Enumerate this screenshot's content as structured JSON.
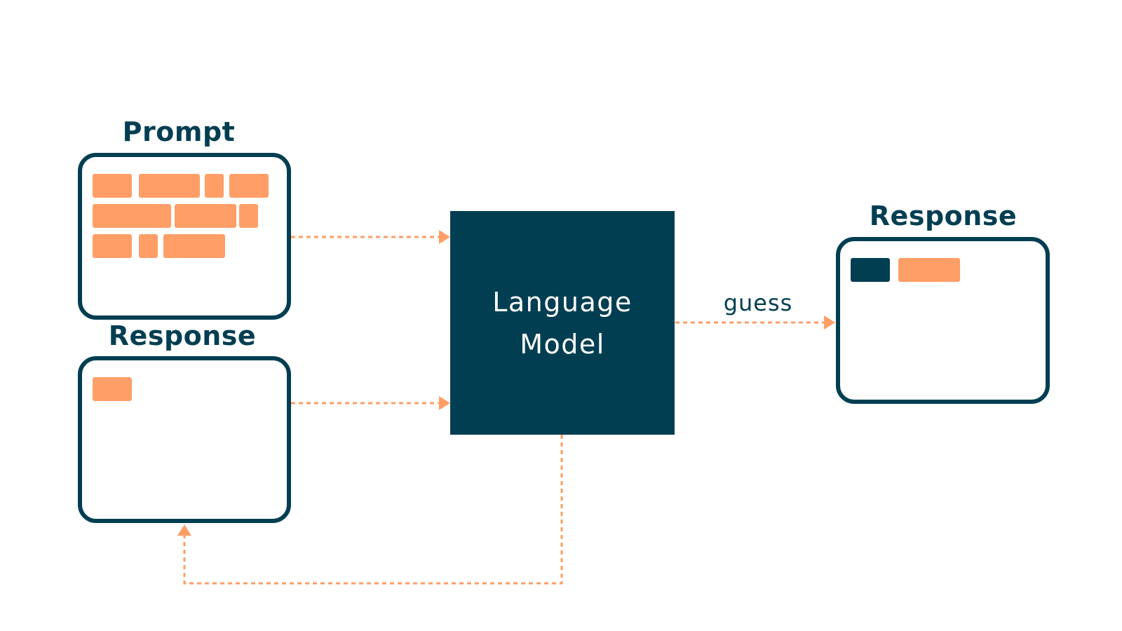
{
  "colors": {
    "dark": "#023e52",
    "accent": "#ff9e66",
    "background": "#ffffff"
  },
  "prompt_panel": {
    "title": "Prompt"
  },
  "input_response_panel": {
    "title": "Response"
  },
  "model": {
    "line1": "Language",
    "line2": "Model"
  },
  "output_edge": {
    "label": "guess"
  },
  "output_response_panel": {
    "title": "Response"
  }
}
